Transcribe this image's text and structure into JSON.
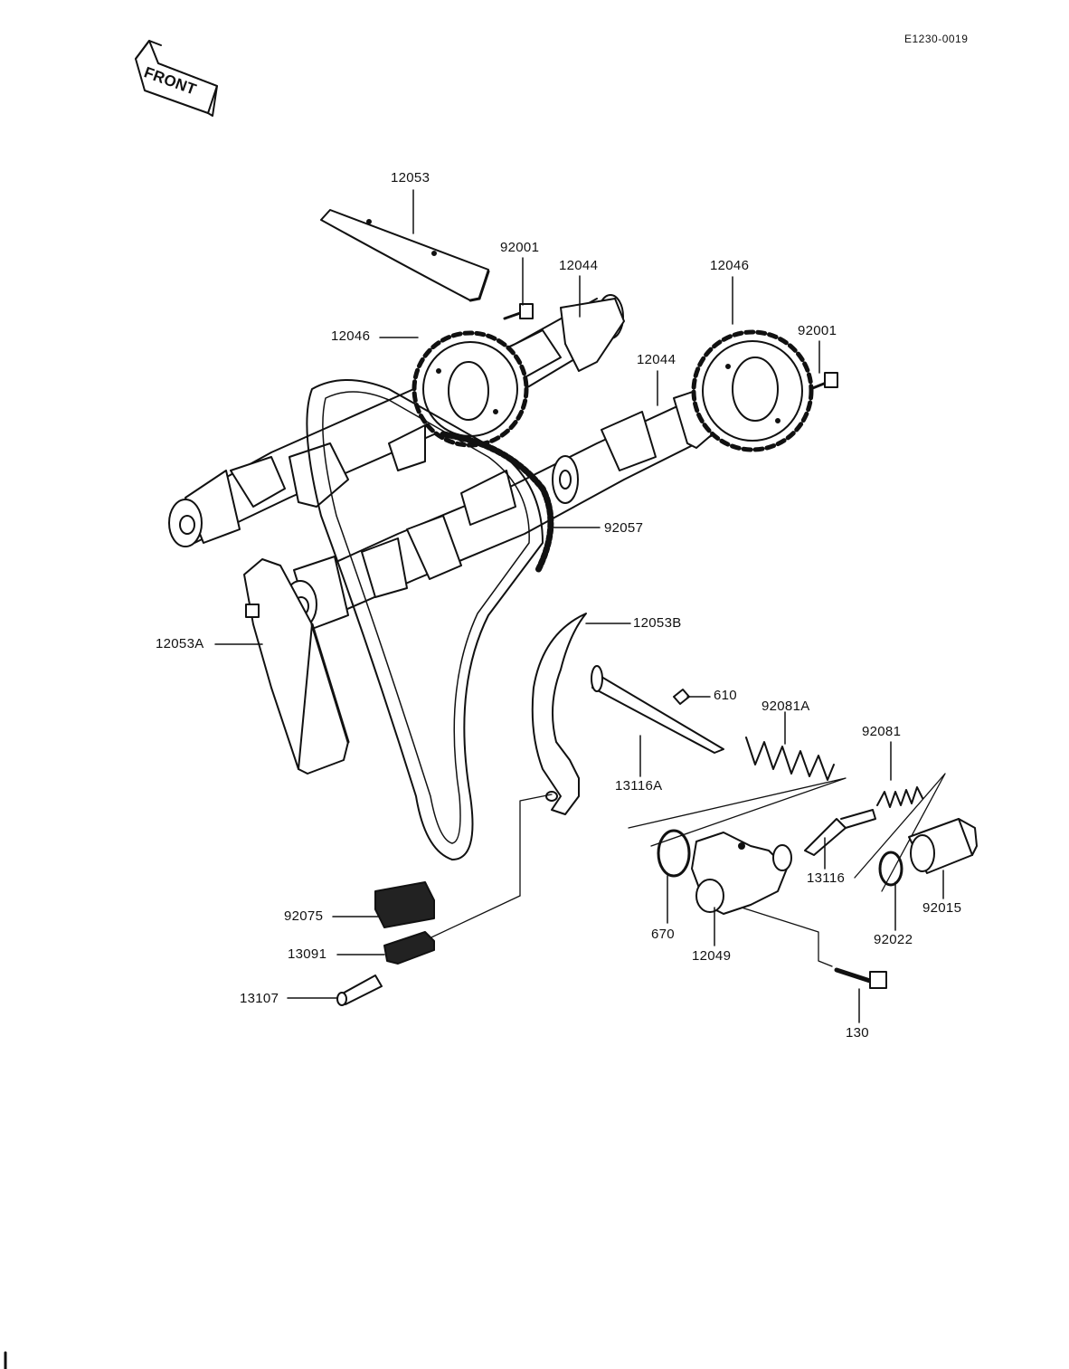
{
  "diagram": {
    "code": "E1230-0019",
    "front_arrow": "FRONT",
    "colors": {
      "ink": "#111111",
      "paper": "#ffffff",
      "shade": "#222222"
    }
  },
  "callouts": [
    {
      "id": "12053",
      "label": "12053"
    },
    {
      "id": "92001a",
      "label": "92001"
    },
    {
      "id": "12044a",
      "label": "12044"
    },
    {
      "id": "12046a",
      "label": "12046"
    },
    {
      "id": "12046b",
      "label": "12046"
    },
    {
      "id": "92001b",
      "label": "92001"
    },
    {
      "id": "12044b",
      "label": "12044"
    },
    {
      "id": "92057",
      "label": "92057"
    },
    {
      "id": "12053A",
      "label": "12053A"
    },
    {
      "id": "12053B",
      "label": "12053B"
    },
    {
      "id": "610",
      "label": "610"
    },
    {
      "id": "92081A",
      "label": "92081A"
    },
    {
      "id": "92081",
      "label": "92081"
    },
    {
      "id": "13116A",
      "label": "13116A"
    },
    {
      "id": "13116",
      "label": "13116"
    },
    {
      "id": "92015",
      "label": "92015"
    },
    {
      "id": "92022",
      "label": "92022"
    },
    {
      "id": "670",
      "label": "670"
    },
    {
      "id": "12049",
      "label": "12049"
    },
    {
      "id": "130",
      "label": "130"
    },
    {
      "id": "92075",
      "label": "92075"
    },
    {
      "id": "13091",
      "label": "13091"
    },
    {
      "id": "13107",
      "label": "13107"
    }
  ]
}
